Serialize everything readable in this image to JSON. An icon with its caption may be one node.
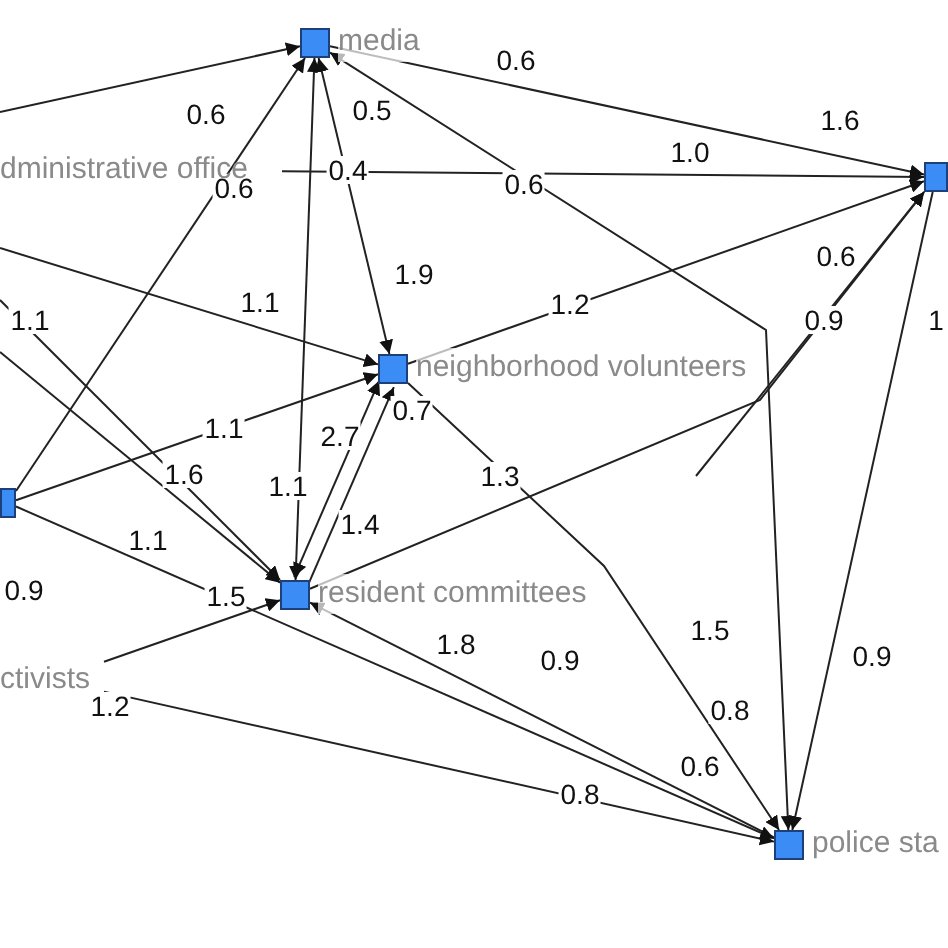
{
  "diagram": {
    "nodes": [
      {
        "text": [
          "media"
        ]
      },
      {
        "text": [
          "dministrative office"
        ]
      },
      {
        "text": [
          "neighborhood volunteers"
        ]
      },
      {
        "text": [
          "resident committees"
        ]
      },
      {
        "text": [
          "ctivists"
        ]
      },
      {
        "text": [
          "police sta"
        ]
      },
      {
        "text": [],
        "shape": "box"
      },
      {
        "text": [],
        "shape": "box"
      }
    ],
    "edges": [
      {
        "from": null,
        "to": 0,
        "arrow": "to",
        "label": "0.6"
      },
      {
        "from": 0,
        "to": 6,
        "arrow": "to",
        "label": "0.6"
      },
      {
        "from": 1,
        "to": 6,
        "arrow": "to",
        "label": "1.0"
      },
      {
        "from": 0,
        "to": 3,
        "arrow": "both",
        "label": "1.1"
      },
      {
        "from": 0,
        "to": 2,
        "arrow": "both",
        "label": "1.9"
      },
      {
        "from": 0,
        "to": 5,
        "arrow": "both",
        "label": "0.6"
      },
      {
        "from": 7,
        "to": 0,
        "arrow": "to",
        "label": "0.6"
      },
      {
        "from": null,
        "to": 2,
        "arrow": "to",
        "label": "1.1"
      },
      {
        "from": null,
        "to": 3,
        "arrow": "to",
        "label": "1.1"
      },
      {
        "from": null,
        "to": 3,
        "arrow": "to",
        "label": "1.6"
      },
      {
        "from": 7,
        "to": 2,
        "arrow": "to",
        "label": "1.1"
      },
      {
        "from": 3,
        "to": 2,
        "arrow": "both",
        "label": "2.7"
      },
      {
        "from": 3,
        "to": 2,
        "arrow": "to",
        "label": "1.4"
      },
      {
        "from": 4,
        "to": 3,
        "arrow": "to",
        "label": "1.5"
      },
      {
        "from": 4,
        "to": 5,
        "arrow": "to",
        "label": "1.2"
      },
      {
        "from": 5,
        "to": 3,
        "arrow": "to",
        "label": "1.8"
      },
      {
        "from": 7,
        "to": 5,
        "arrow": "to",
        "label": "0.9"
      },
      {
        "from": 2,
        "to": 5,
        "arrow": "to",
        "label": "0.8"
      },
      {
        "from": 2,
        "to": 6,
        "arrow": "to",
        "label": "1.2"
      },
      {
        "from": 3,
        "to": 6,
        "arrow": "to",
        "label": "0.9"
      },
      {
        "from": null,
        "to": 6,
        "arrow": "to",
        "label": "0.6"
      },
      {
        "from": 6,
        "to": 5,
        "arrow": "to",
        "label": "0.9"
      }
    ],
    "labels": [
      "1.6",
      "0.4",
      "0.5",
      "1.5",
      "0.7",
      "1.1",
      "0.9",
      "1.3",
      "0.8",
      "0.6",
      "1"
    ]
  }
}
